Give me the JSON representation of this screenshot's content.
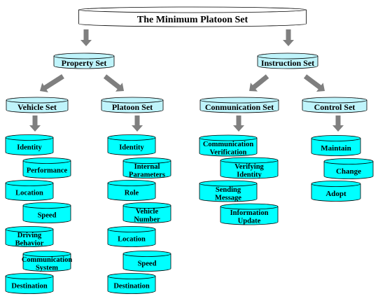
{
  "root": {
    "label": "The Minimum Platoon Set"
  },
  "property_set": {
    "label": "Property Set",
    "vehicle_set": {
      "label": "Vehicle Set",
      "items": [
        "Identity",
        "Performance",
        "Location",
        "Speed",
        "Driving\nBehavior",
        "Communication\nSystem",
        "Destination"
      ]
    },
    "platoon_set": {
      "label": "Platoon Set",
      "items": [
        "Identity",
        "Internal\nParameters",
        "Role",
        "Vehicle\nNumber",
        "Location",
        "Speed",
        "Destination"
      ]
    }
  },
  "instruction_set": {
    "label": "Instruction Set",
    "communication_set": {
      "label": "Conmunication Set",
      "items": [
        "Communication\nVerification",
        "Verifying\nIdentity",
        "Sending\nMessage",
        "Information\nUpdate"
      ]
    },
    "control_set": {
      "label": "Control Set",
      "items": [
        "Maintain",
        "Change",
        "Adopt"
      ]
    }
  },
  "colors": {
    "header_fill": "#bff4fb",
    "item_fill": "#00ffff",
    "root_fill": "#ffffff",
    "arrow": "#7f7f7f",
    "outline": "#000000"
  }
}
